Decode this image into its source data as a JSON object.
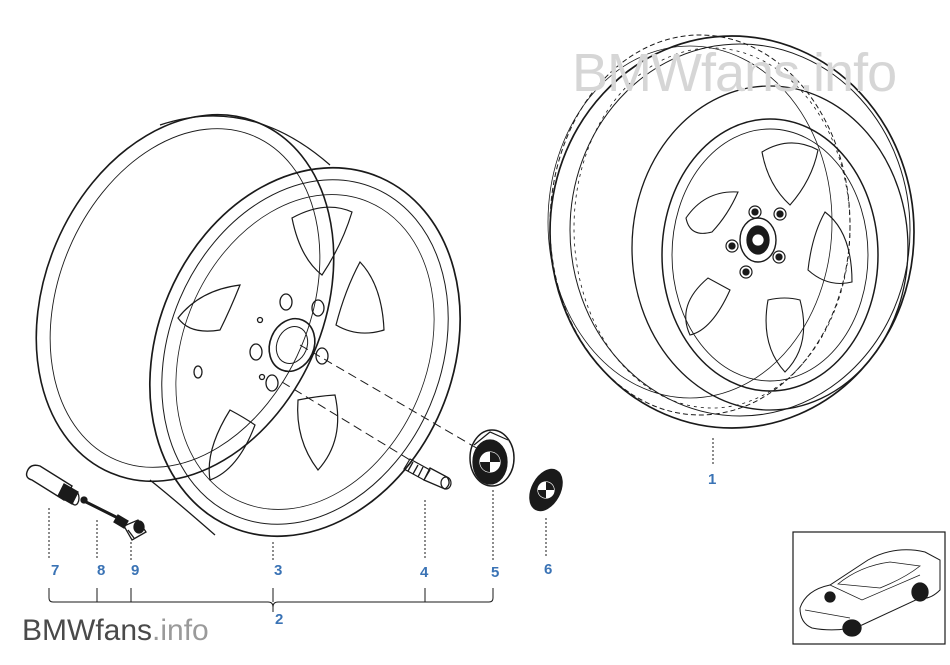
{
  "watermark": {
    "top_text": "BMWfans.info",
    "bottom_bold": "BMWfans",
    "bottom_light": ".info"
  },
  "callouts": {
    "p1": "1",
    "p2": "2",
    "p3": "3",
    "p4": "4",
    "p5": "5",
    "p6": "6",
    "p7": "7",
    "p8": "8",
    "p9": "9"
  },
  "colors": {
    "callout": "#3a73b5",
    "line": "#1a1a1a",
    "watermark_top": "#d6d6d6"
  }
}
